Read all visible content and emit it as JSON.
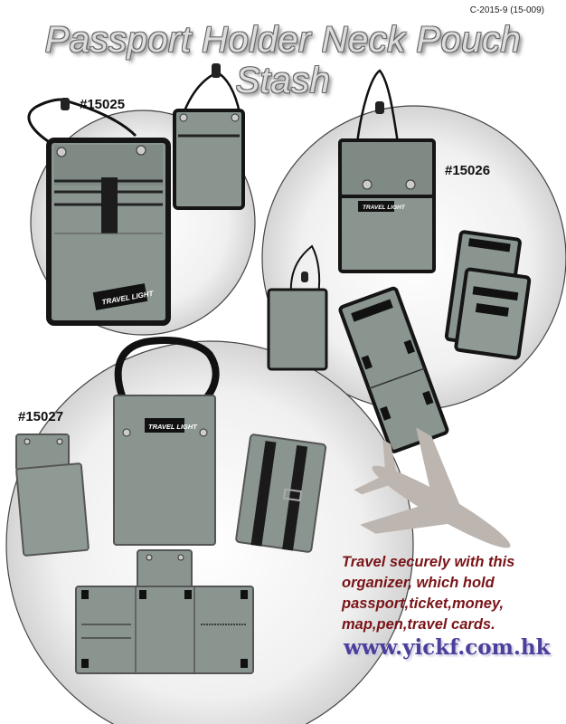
{
  "catalog_code": "C-2015-9 (15-009)",
  "title": "Passport Holder Neck Pouch Stash",
  "models": {
    "a": "#15025",
    "b": "#15026",
    "c": "#15027"
  },
  "brand_logo": "TRAVEL LIGHT",
  "tagline": [
    "Travel securely with this",
    "organizer, which hold",
    "passport,ticket,money,",
    "map,pen,travel cards."
  ],
  "website": "www.yickf.com.hk",
  "colors": {
    "product_gray": "#8a9590",
    "trim_black": "#151515",
    "tagline_red": "#7a1418",
    "url_blue": "#4a3f9a",
    "plane_gray": "#bdb6b0"
  }
}
